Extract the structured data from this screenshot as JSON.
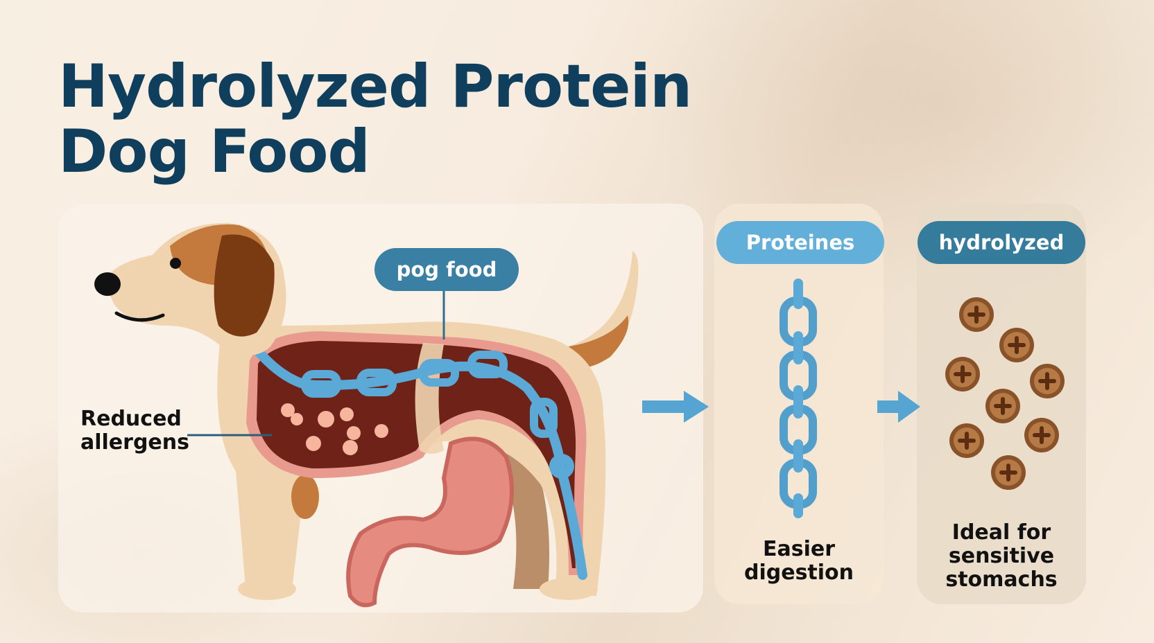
{
  "title": {
    "line1": "Hydrolyzed Protein",
    "line2": "Dog Food"
  },
  "diagram": {
    "dog_label": "pog food",
    "allergens_label": {
      "line1": "Reduced",
      "line2": "allergens"
    },
    "steps": [
      {
        "pill": "Proteines",
        "caption": {
          "line1": "Easier",
          "line2": "digestion"
        },
        "icon": "protein-chain-icon"
      },
      {
        "pill": "hydrolyzed",
        "caption": {
          "line1": "Ideal for",
          "line2": "sensitive",
          "line3": "stomachs"
        },
        "icon": "kibble-pieces-icon"
      }
    ],
    "arrows": [
      "arrow-right-icon",
      "arrow-right-icon"
    ],
    "kibble_count": 8
  },
  "colors": {
    "title": "#0f3f5c",
    "pill_dark": "#3a7fa4",
    "pill_light": "#62b0d9",
    "pill_hydrolyzed": "#357b9b",
    "chain": "#5aa9d6",
    "kibble": "#8a5228",
    "stomach": "#e58b80",
    "organ": "#6e2218",
    "dog_body": "#f0d4b0",
    "dog_patch": "#c47a3c"
  }
}
